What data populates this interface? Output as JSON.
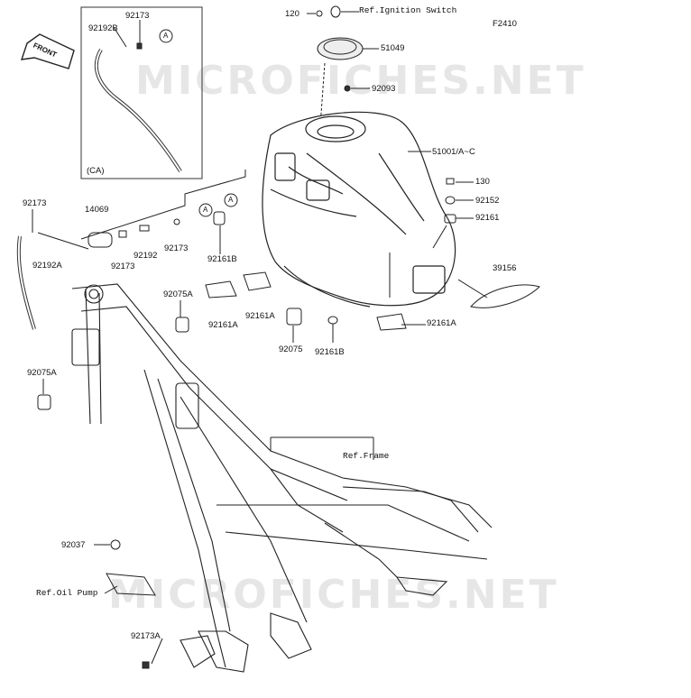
{
  "figure_code": "F2410",
  "watermark": "MICROFICHES.NET",
  "front_arrow": "FRONT",
  "inset": {
    "variant": "(CA)",
    "parts": [
      "92173",
      "92192B"
    ]
  },
  "reference_marker": "A",
  "parts": {
    "p120": "120",
    "p51049": "51049",
    "p92093": "92093",
    "p51001": "51001/A~C",
    "p130": "130",
    "p92152": "92152",
    "p92161": "92161",
    "p39156": "39156",
    "p92173_left": "92173",
    "p92192A": "92192A",
    "p14069": "14069",
    "p92173_b": "92173",
    "p92192": "92192",
    "p92173_c": "92173",
    "p92161B_a": "92161B",
    "p92075A_a": "92075A",
    "p92161A_a": "92161A",
    "p92161A_b": "92161A",
    "p92075": "92075",
    "p92161B_b": "92161B",
    "p92161A_c": "92161A",
    "p92075A_b": "92075A",
    "p92037": "92037",
    "p92173A": "92173A"
  },
  "references": {
    "ignition": "Ref.Ignition Switch",
    "frame": "Ref.Frame",
    "oil_pump": "Ref.Oil Pump"
  }
}
